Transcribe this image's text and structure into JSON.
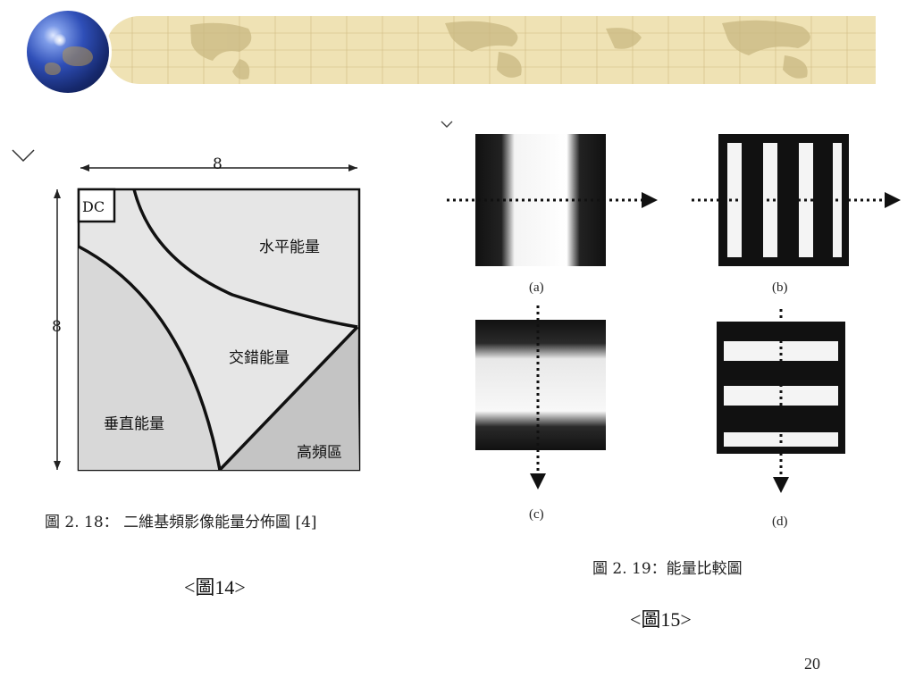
{
  "banner": {
    "globe_icon": "globe-icon",
    "map_colors": {
      "strip": "#efe2b4",
      "land": "#c9b882",
      "grid": "#b59a5a"
    }
  },
  "figure14": {
    "dimension_width": "8",
    "dimension_height": "8",
    "region_dc": "DC",
    "region_horizontal": "水平能量",
    "region_diagonal": "交錯能量",
    "region_vertical": "垂直能量",
    "region_high_freq": "高頻區",
    "caption": "圖 2. 18： 二維基頻影像能量分佈圖 [4]",
    "label": "<圖14>"
  },
  "figure15": {
    "panels": [
      "(a)",
      "(b)",
      "(c)",
      "(d)"
    ],
    "caption": "圖 2. 19：能量比較圖",
    "label": "<圖15>"
  },
  "page_number": "20"
}
